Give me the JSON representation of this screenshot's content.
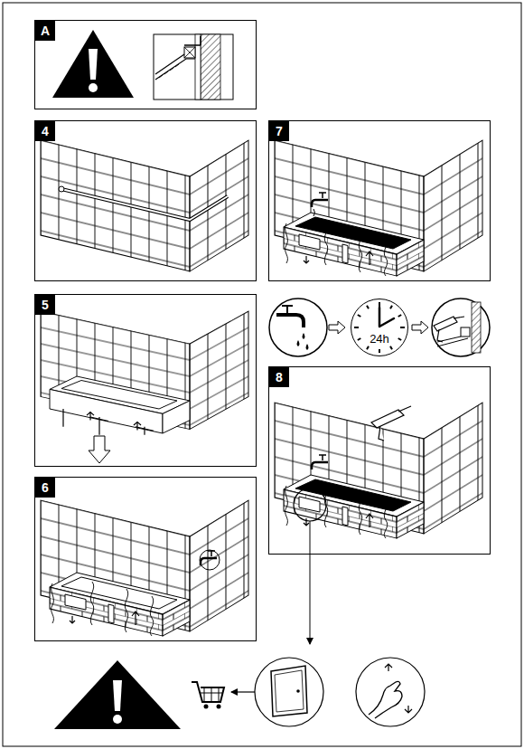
{
  "diagram": {
    "nodes": [
      {
        "text": [
          "A"
        ]
      },
      {
        "text": [
          "4"
        ]
      },
      {
        "text": [
          "7"
        ]
      },
      {
        "text": [
          "5"
        ]
      },
      {
        "text": [
          "24h"
        ]
      },
      {
        "text": [
          "8"
        ]
      },
      {
        "text": [
          "6"
        ]
      }
    ]
  }
}
